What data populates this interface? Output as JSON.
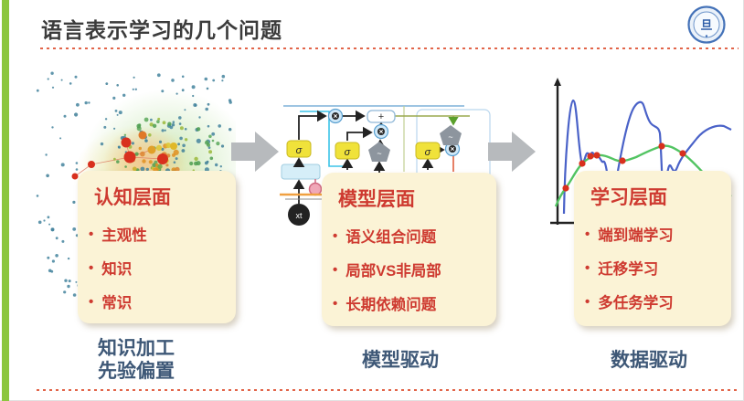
{
  "slide": {
    "title": "语言表示学习的几个问题",
    "logo_text": "旦",
    "bullet_dot": "•"
  },
  "sections": [
    {
      "header": "认知层面",
      "bullets": [
        "主观性",
        "知识",
        "常识"
      ],
      "caption": [
        "知识加工",
        "先验偏置"
      ],
      "image": "semantic-network-scatter"
    },
    {
      "header": "模型层面",
      "bullets": [
        "语义组合问题",
        "局部VS非局部",
        "长期依赖问题"
      ],
      "caption": [
        "模型驱动"
      ],
      "image": "lstm-cell-diagram"
    },
    {
      "header": "学习层面",
      "bullets": [
        "端到端学习",
        "迁移学习",
        "多任务学习"
      ],
      "caption": [
        "数据驱动"
      ],
      "image": "fitting-curves-chart"
    }
  ],
  "diagram_labels": {
    "sigma": "σ",
    "plus_op": "+",
    "tanh_op": "~",
    "input_node": "xt"
  },
  "colors": {
    "accent_green": "#8CC63E",
    "dotted_line": "#E2654A",
    "box_bg": "#FBF3D6",
    "box_text": "#CE3A30",
    "caption_text": "#3E5877",
    "arrow_gray": "#B7BABD",
    "logo_blue": "#4472B8"
  }
}
